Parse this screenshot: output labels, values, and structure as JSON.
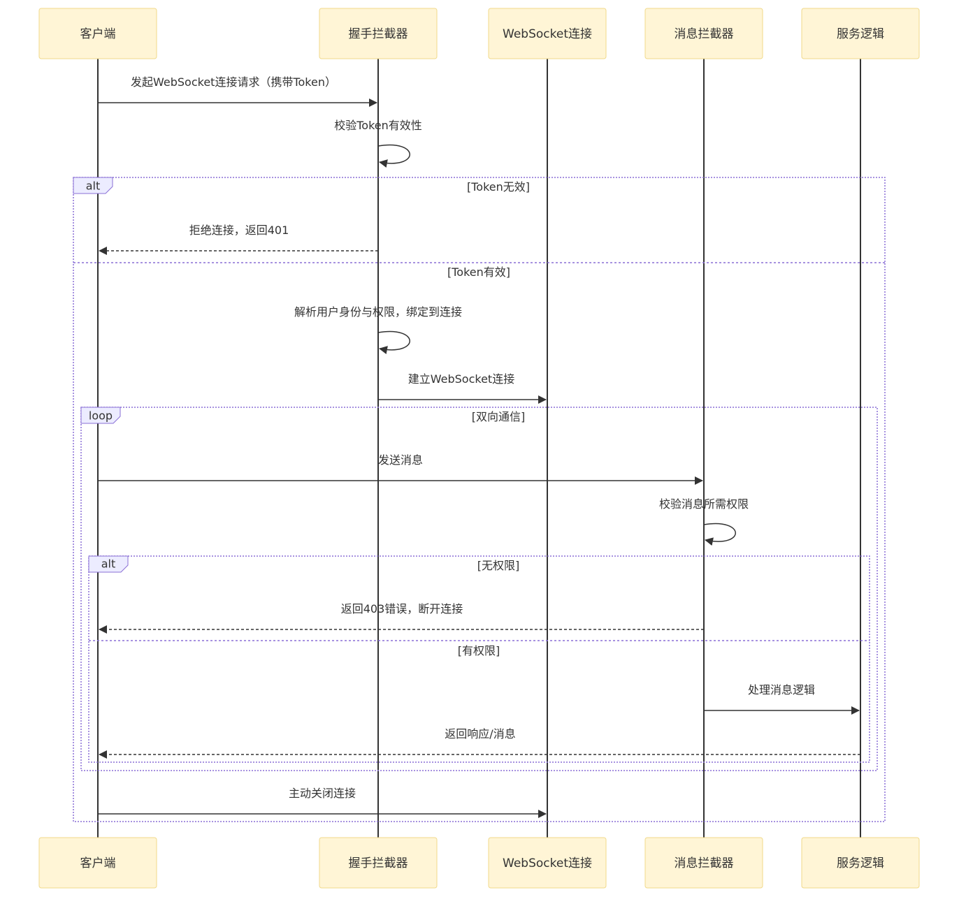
{
  "actors": [
    {
      "id": "client",
      "label": "客户端"
    },
    {
      "id": "handshake",
      "label": "握手拦截器"
    },
    {
      "id": "ws",
      "label": "WebSocket连接"
    },
    {
      "id": "msgint",
      "label": "消息拦截器"
    },
    {
      "id": "service",
      "label": "服务逻辑"
    }
  ],
  "messages": [
    {
      "from": "client",
      "to": "handshake",
      "label": "发起WebSocket连接请求（携带Token）",
      "style": "solid"
    },
    {
      "from": "handshake",
      "to": "handshake",
      "label": "校验Token有效性",
      "style": "self"
    },
    {
      "from": "handshake",
      "to": "client",
      "label": "拒绝连接，返回401",
      "style": "dashed"
    },
    {
      "from": "handshake",
      "to": "handshake",
      "label": "解析用户身份与权限，绑定到连接",
      "style": "self"
    },
    {
      "from": "handshake",
      "to": "ws",
      "label": "建立WebSocket连接",
      "style": "solid"
    },
    {
      "from": "client",
      "to": "msgint",
      "label": "发送消息",
      "style": "solid"
    },
    {
      "from": "msgint",
      "to": "msgint",
      "label": "校验消息所需权限",
      "style": "self"
    },
    {
      "from": "msgint",
      "to": "client",
      "label": "返回403错误，断开连接",
      "style": "dashed"
    },
    {
      "from": "msgint",
      "to": "service",
      "label": "处理消息逻辑",
      "style": "solid"
    },
    {
      "from": "service",
      "to": "client",
      "label": "返回响应/消息",
      "style": "dashed"
    },
    {
      "from": "client",
      "to": "ws",
      "label": "主动关闭连接",
      "style": "solid"
    }
  ],
  "frames": [
    {
      "type": "alt",
      "label": "alt",
      "conditions": [
        "[Token无效]",
        "[Token有效]"
      ]
    },
    {
      "type": "loop",
      "label": "loop",
      "conditions": [
        "[双向通信]"
      ]
    },
    {
      "type": "alt",
      "label": "alt",
      "conditions": [
        "[无权限]",
        "[有权限]"
      ]
    }
  ]
}
